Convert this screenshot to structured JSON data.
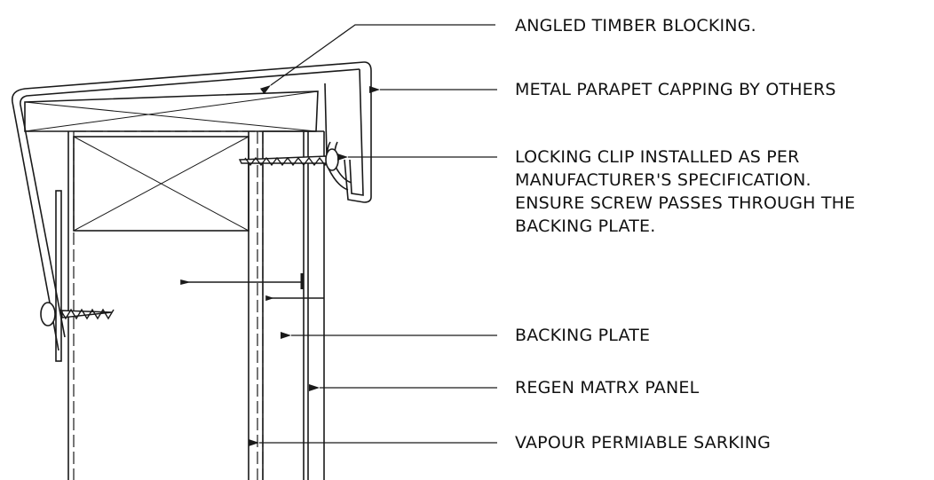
{
  "callouts": {
    "blocking": [
      "ANGLED TIMBER BLOCKING."
    ],
    "capping": [
      "METAL PARAPET CAPPING BY OTHERS"
    ],
    "clip": [
      "LOCKING CLIP INSTALLED AS PER",
      "MANUFACTURER'S SPECIFICATION.",
      "ENSURE SCREW PASSES THROUGH THE",
      "BACKING PLATE."
    ],
    "backing": [
      "BACKING PLATE"
    ],
    "panel": [
      "REGEN MATRX PANEL"
    ],
    "sarking": [
      "VAPOUR PERMIABLE SARKING"
    ]
  },
  "colors": {
    "line": "#1a1a1a",
    "text": "#111111",
    "background": "#ffffff"
  }
}
